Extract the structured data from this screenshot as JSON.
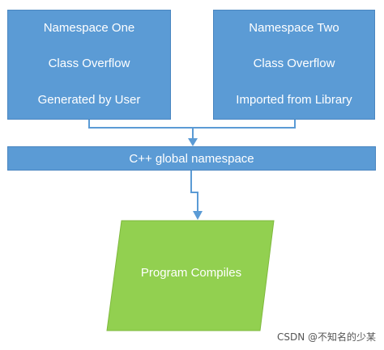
{
  "namespace_one": {
    "title": "Namespace One",
    "class_label": "Class Overflow",
    "origin": "Generated by User"
  },
  "namespace_two": {
    "title": "Namespace Two",
    "class_label": "Class Overflow",
    "origin": "Imported from Library"
  },
  "global_namespace": {
    "label": "C++ global namespace"
  },
  "outcome": {
    "label": "Program Compiles"
  },
  "watermark": {
    "text": "CSDN @不知名的少某"
  },
  "colors": {
    "box_fill": "#5b9bd5",
    "box_border": "#4a86c0",
    "connector": "#5b9bd5",
    "outcome_fill": "#92d050",
    "outcome_border": "#7fb93e",
    "text": "#ffffff"
  }
}
